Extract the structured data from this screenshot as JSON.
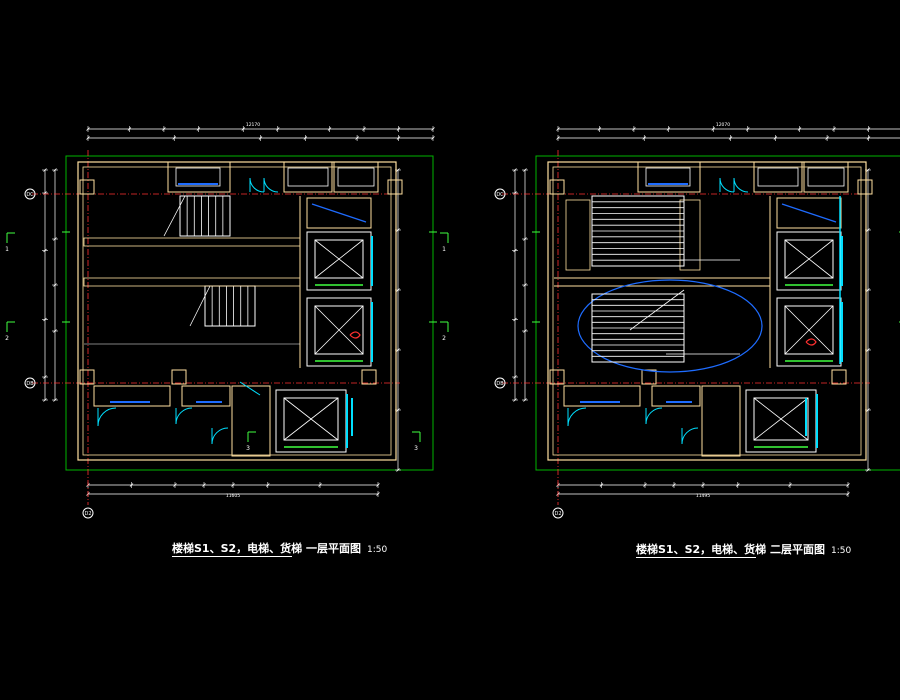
{
  "drawing": {
    "colors": {
      "background": "#000000",
      "frame": "#00b400",
      "wall": "#ffe0a0",
      "axis": "#ff3030",
      "glass": "#1e6cff",
      "cyan": "#00e0ff",
      "green": "#40ff40",
      "white": "#ffffff",
      "yellow": "#ffff00",
      "magenta": "#ff40ff"
    },
    "plans": [
      {
        "id": "plan-floor-1",
        "caption": "楼梯S1、S2，电梯、货梯 一层平面图",
        "scale": "1:50",
        "axis_labels": {
          "top": "DC",
          "middle": "DB",
          "bottom": "D2"
        },
        "section_marks": [
          "1",
          "2",
          "3"
        ],
        "dim_total_top": "12170",
        "dim_total_bottom": "11605"
      },
      {
        "id": "plan-floor-2",
        "caption": "楼梯S1、S2，电梯、货梯 二层平面图",
        "scale": "1:50",
        "axis_labels": {
          "top": "DC",
          "middle": "DB",
          "bottom": "D2"
        },
        "section_marks": [],
        "dim_total_top": "12070",
        "dim_total_bottom": "11495"
      }
    ]
  }
}
